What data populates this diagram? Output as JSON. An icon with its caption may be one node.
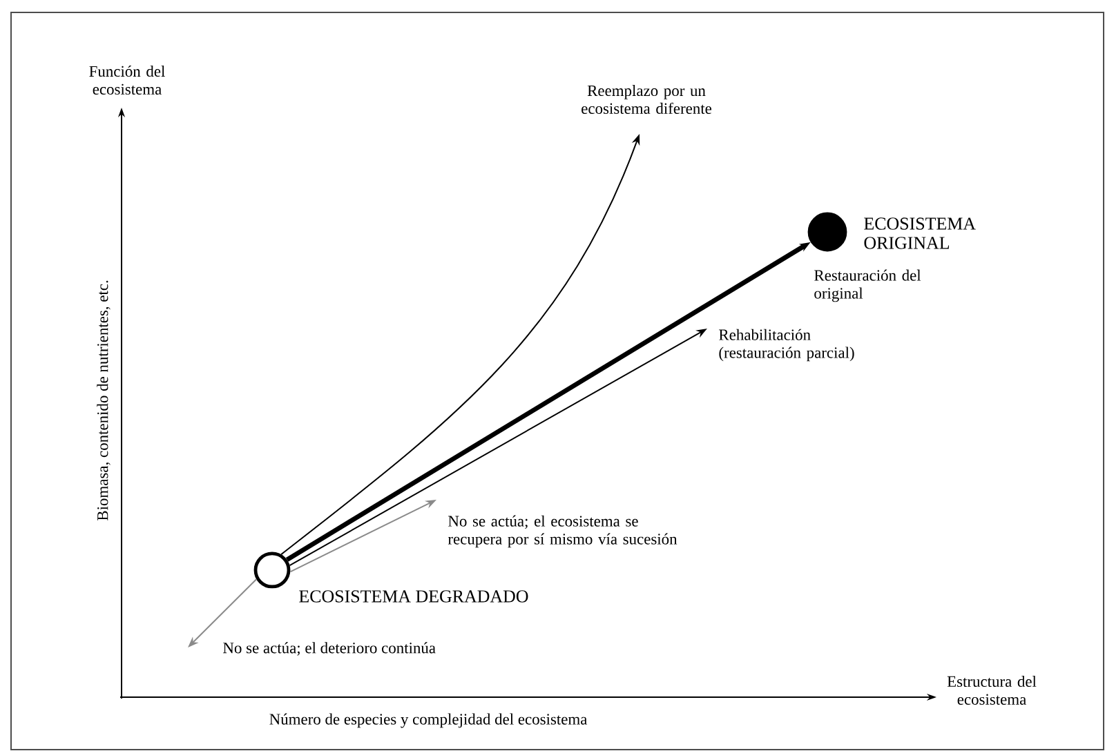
{
  "diagram": {
    "nodes": [
      {
        "text": [],
        "shape": "circle",
        "beside": [
          "ECOSISTEMA DEGRADADO"
        ]
      },
      {
        "text": [],
        "shape": "circle",
        "beside": [
          "ECOSISTEMA ORIGINAL"
        ]
      }
    ],
    "edges": [
      {
        "from": 0,
        "to": 1,
        "arrow": "to",
        "style": "thick",
        "label": "Restauración del original"
      },
      {
        "from": 0,
        "to": null,
        "arrow": "to",
        "label": "Reemplazo por un ecosistema diferente"
      },
      {
        "from": 0,
        "to": null,
        "arrow": "to",
        "label": "Rehabilitación (restauración parcial)"
      },
      {
        "from": 0,
        "to": null,
        "arrow": "to",
        "color": "#8a8a8a",
        "label": "No se actúa; el ecosistema se recupera por sí mismo vía sucesión"
      },
      {
        "from": 0,
        "to": null,
        "arrow": "to",
        "color": "#8a8a8a",
        "label": "No se actúa; el deterioro continúa"
      }
    ],
    "labels": [
      "Función del ecosistema",
      "Biomasa, contenido de nutrientes, etc.",
      "Estructura del ecosistema",
      "Número de especies y complejidad del ecosistema"
    ]
  }
}
